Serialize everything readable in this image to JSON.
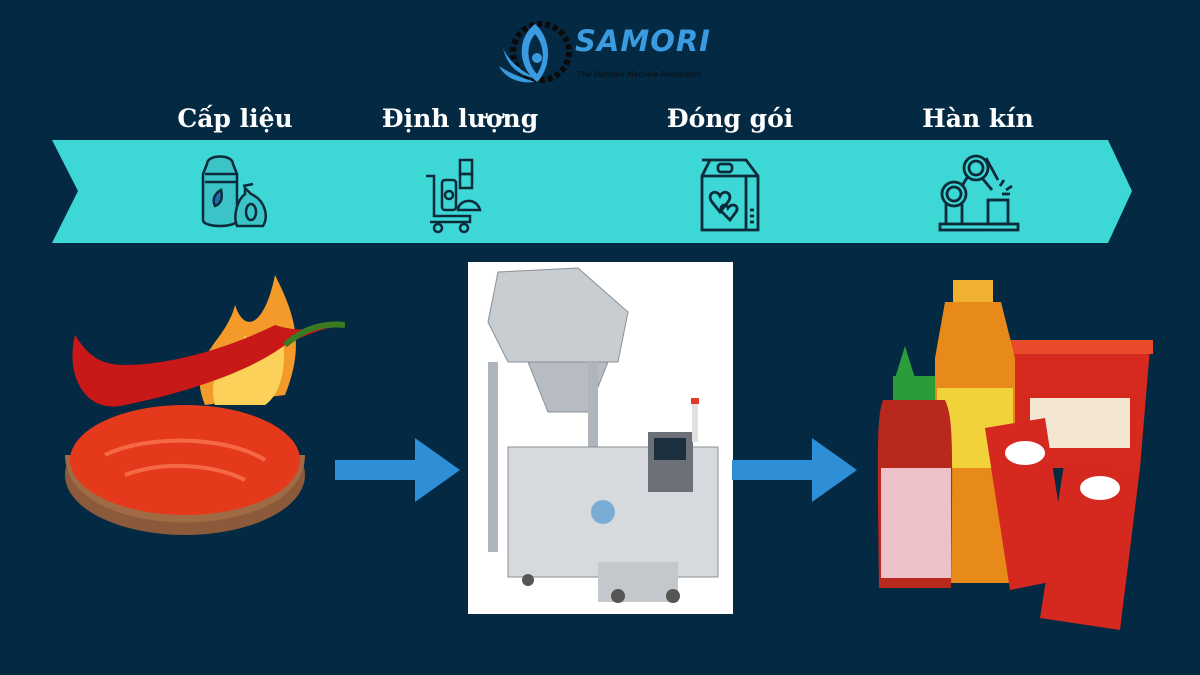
{
  "logo": {
    "brand": "SAMORI",
    "tagline": "The Vietnam Machine Revolution"
  },
  "steps": [
    {
      "label": "Cấp liệu",
      "icon": "feed-bags-icon"
    },
    {
      "label": "Định lượng",
      "icon": "weighing-cart-icon"
    },
    {
      "label": "Đóng gói",
      "icon": "package-box-icon"
    },
    {
      "label": "Hàn kín",
      "icon": "robot-arm-sealing-icon"
    }
  ],
  "colors": {
    "background": "#042943",
    "ribbon": "#3dd8d6",
    "arrow": "#2f8fd6",
    "icon_stroke": "#0b2a3a"
  }
}
